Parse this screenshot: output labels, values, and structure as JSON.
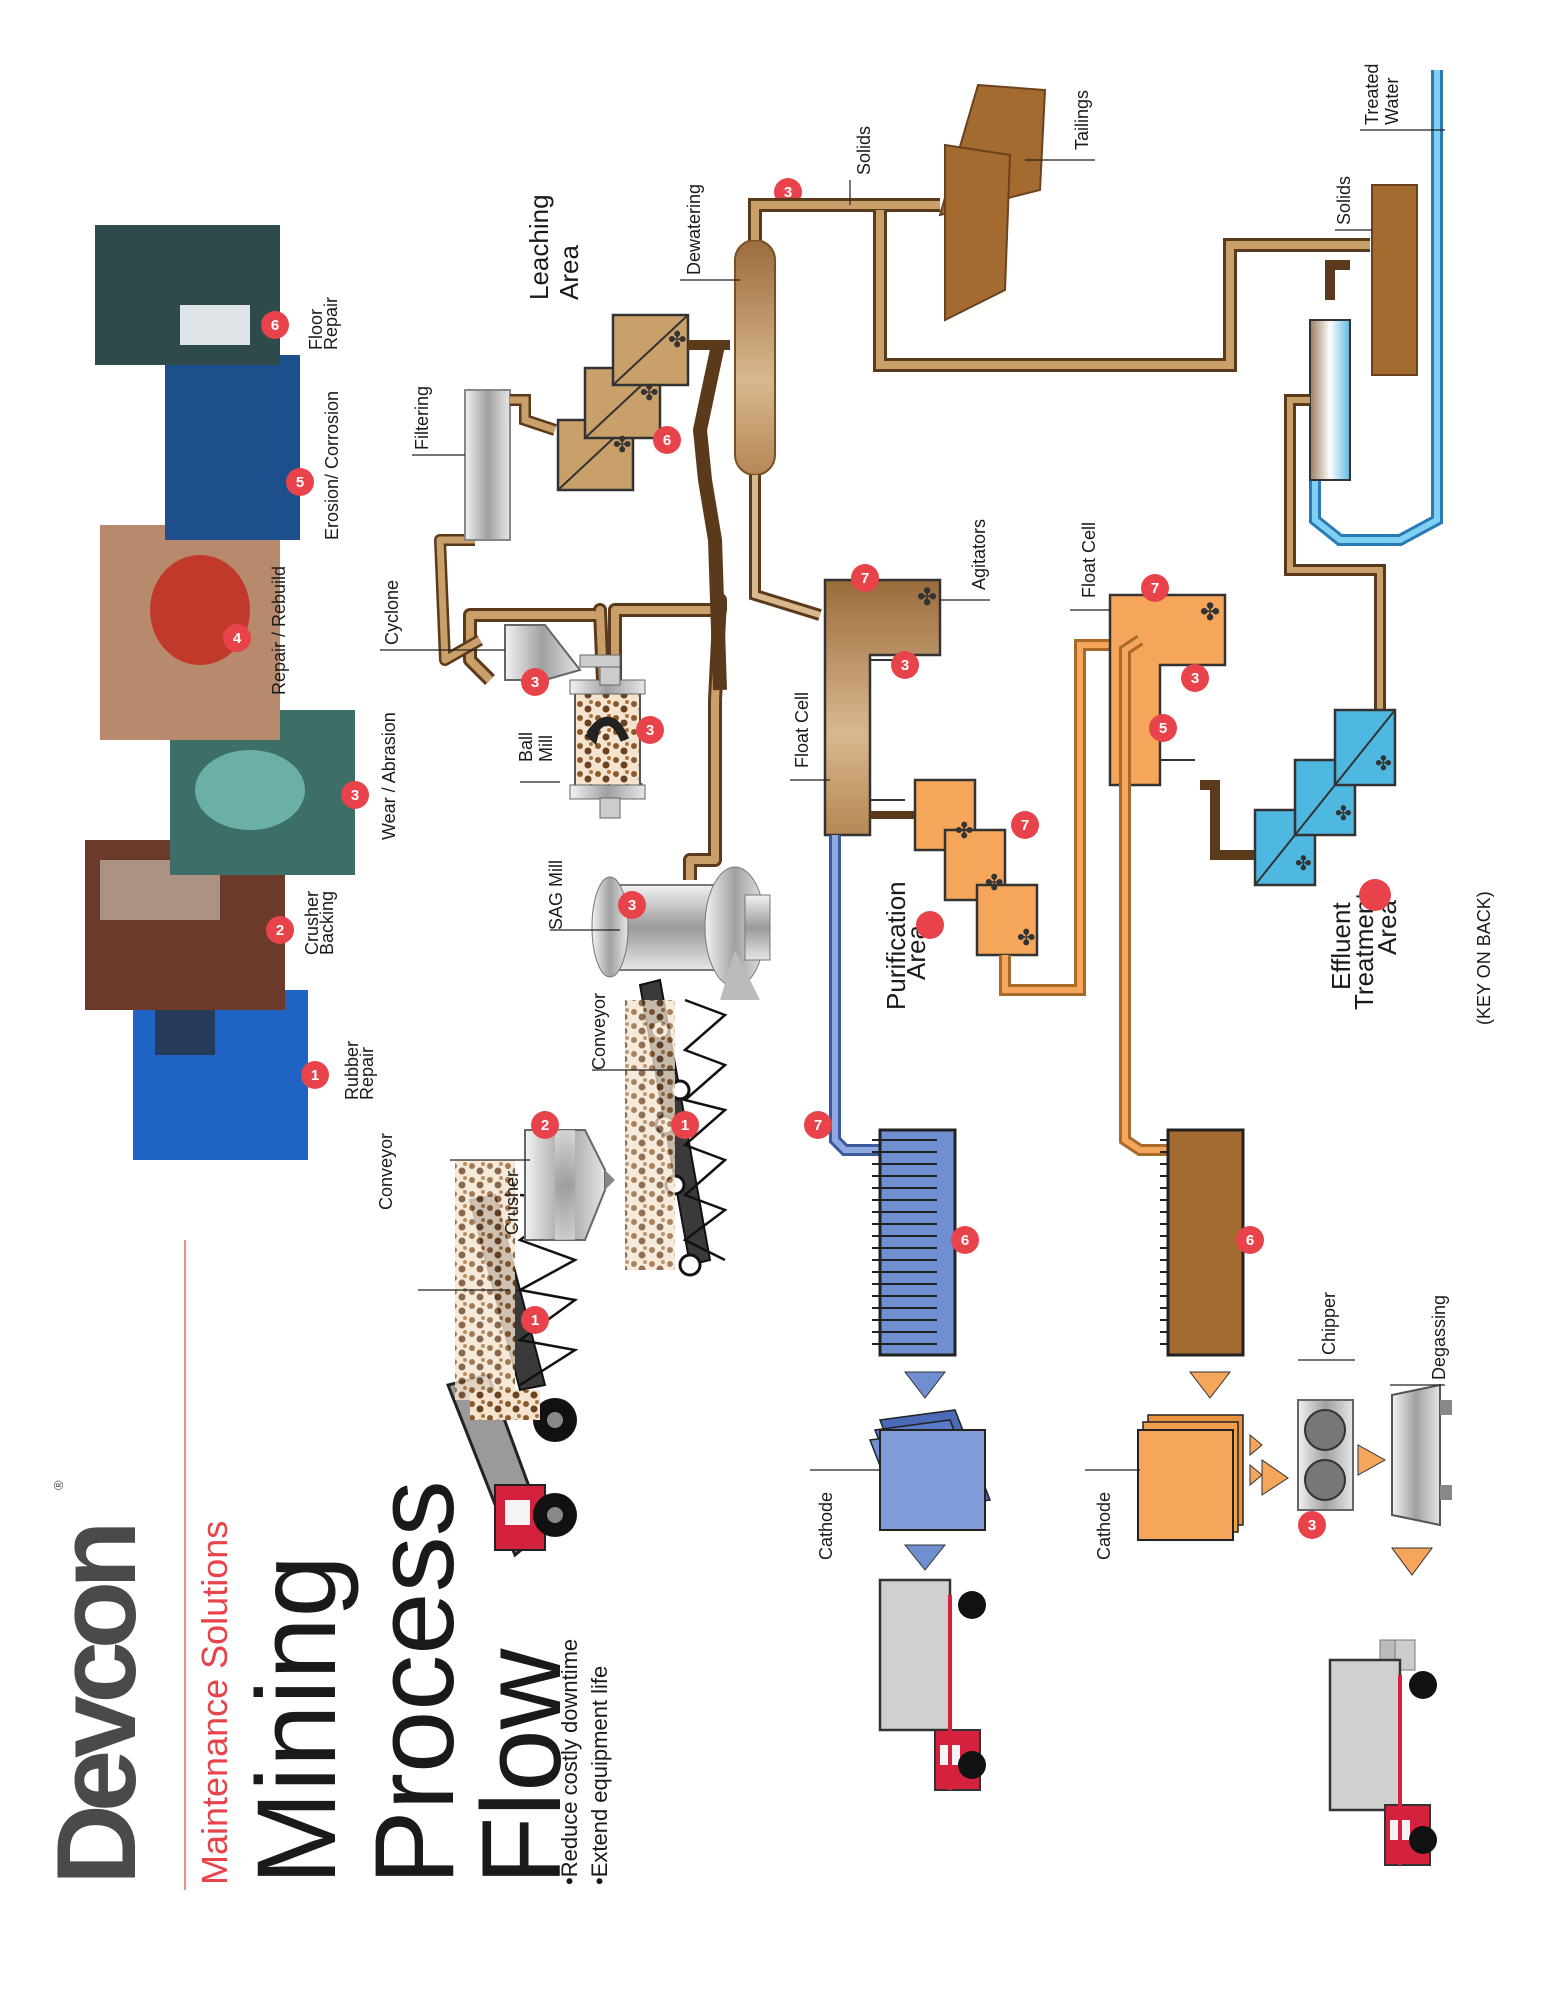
{
  "brand": {
    "logo": "Devcon",
    "registered": "®",
    "tagline": "Maintenance Solutions",
    "title_lines": [
      "Mining",
      "Process",
      "Flow"
    ],
    "bullets": [
      "•Reduce costly downtime",
      "•Extend equipment life"
    ],
    "accent_color": "#e8434b",
    "logo_color": "#4a4a4a"
  },
  "photos": [
    {
      "number": "1",
      "caption_lines": [
        "Rubber",
        "Repair"
      ]
    },
    {
      "number": "2",
      "caption_lines": [
        "Crusher",
        "Backing"
      ]
    },
    {
      "number": "3",
      "caption_lines": [
        "Wear / Abrasion"
      ]
    },
    {
      "number": "4",
      "caption_lines": [
        "Repair / Rebuild"
      ]
    },
    {
      "number": "5",
      "caption_lines": [
        "Erosion/ Corrosion"
      ]
    },
    {
      "number": "6",
      "caption_lines": [
        "Floor",
        "Repair"
      ]
    }
  ],
  "labels": {
    "conveyor_1": "Conveyor",
    "crusher": "Crusher",
    "conveyor_2": "Conveyor",
    "sag_mill": "SAG Mill",
    "ball_mill_1": "Ball",
    "ball_mill_2": "Mill",
    "cyclone": "Cyclone",
    "filtering": "Filtering",
    "leaching_1": "Leaching",
    "leaching_2": "Area",
    "dewatering": "Dewatering",
    "solids_1": "Solids",
    "tailings": "Tailings",
    "solids_2": "Solids",
    "treated_1": "Treated",
    "treated_2": "Water",
    "agitators": "Agitators",
    "float_cell_1": "Float Cell",
    "float_cell_2": "Float Cell",
    "purification_1": "Purification",
    "purification_2": "Area",
    "effluent_1": "Effluent",
    "effluent_2": "Treatment",
    "effluent_3": "Area",
    "cathode_1": "Cathode",
    "cathode_2": "Cathode",
    "chipper": "Chipper",
    "degassing": "Degassing",
    "key_note": "(KEY ON BACK)"
  },
  "markers": {
    "conveyor_1": "1",
    "crusher": "2",
    "conveyor_2": "1",
    "sag_mill": "3",
    "ball_mill": "3",
    "cyclone": "3",
    "leaching": "6",
    "dewatering": "3",
    "float_cell_1_top": "7",
    "float_cell_1_mid": "3",
    "purification": "7",
    "float_cell_2_top": "7",
    "float_cell_2_a": "3",
    "float_cell_2_b": "5",
    "blue_pipe": "7",
    "tank_blue": "6",
    "tank_brown": "6",
    "chipper": "3"
  },
  "colors": {
    "brown_pipe": "#8b5a2b",
    "brown_fill": "#c9a06a",
    "orange": "#f5a65b",
    "blue": "#6f8fd0",
    "cyan": "#4fb8e0",
    "marker": "#e8434b",
    "truck_red": "#d4213d"
  }
}
